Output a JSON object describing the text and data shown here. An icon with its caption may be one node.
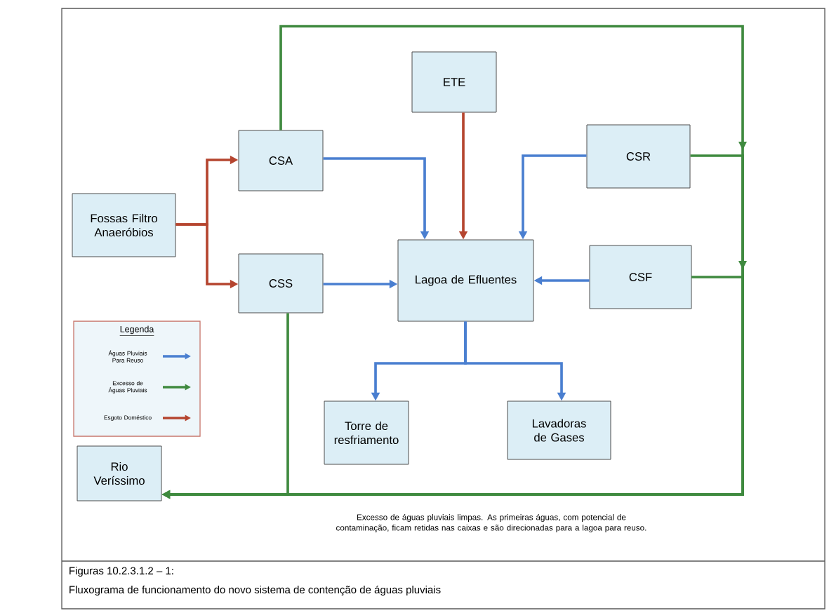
{
  "diagram": {
    "caption": "Fluxograma de funcionamento do novo sistema de contenção de águas pluviais",
    "nodes": [
      {
        "text": [
          "Fossas Filtro Anaeróbios"
        ]
      },
      {
        "text": [
          "CSA"
        ]
      },
      {
        "text": [
          "ETE"
        ]
      },
      {
        "text": [
          "CSR"
        ]
      },
      {
        "text": [
          "CSS"
        ]
      },
      {
        "text": [
          "Lagoa de Efluentes"
        ]
      },
      {
        "text": [
          "CSF"
        ]
      },
      {
        "text": [
          "Torre de resfriamento"
        ]
      },
      {
        "text": [
          "Lavadoras de Gases"
        ]
      },
      {
        "text": [
          "Rio Veríssimo"
        ]
      }
    ],
    "edges": [
      {
        "from": 0,
        "to": 1,
        "arrow": "to",
        "color": "#b5452f"
      },
      {
        "from": 0,
        "to": 4,
        "arrow": "to",
        "color": "#b5452f"
      },
      {
        "from": 1,
        "to": 5,
        "arrow": "to",
        "color": "#4a7fd0"
      },
      {
        "from": 2,
        "to": 5,
        "arrow": "to",
        "color": "#b5452f"
      },
      {
        "from": 3,
        "to": 5,
        "arrow": "to",
        "color": "#4a7fd0"
      },
      {
        "from": 4,
        "to": 5,
        "arrow": "to",
        "color": "#4a7fd0"
      },
      {
        "from": 6,
        "to": 5,
        "arrow": "to",
        "color": "#4a7fd0"
      },
      {
        "from": 5,
        "to": 7,
        "arrow": "to",
        "color": "#4a7fd0"
      },
      {
        "from": 5,
        "to": 8,
        "arrow": "to",
        "color": "#4a7fd0"
      },
      {
        "from": 1,
        "to": 9,
        "arrow": "to",
        "color": "#3f8a3f"
      },
      {
        "from": 3,
        "to": 9,
        "arrow": "to",
        "color": "#3f8a3f"
      },
      {
        "from": 6,
        "to": 9,
        "arrow": "to",
        "color": "#3f8a3f"
      },
      {
        "from": 4,
        "to": 9,
        "arrow": "to",
        "color": "#3f8a3f"
      }
    ],
    "labels": [
      "Legenda",
      "Excesso de águas pluviais limpas. As primeiras águas, com potencial de contaminação, ficam retidas nas caixas e são direcionadas para a lagoa para reuso.",
      "Figuras 10.2.3.1.2 – 1:"
    ],
    "legend": [
      {
        "text": "Águas Pluviais Para Reuso",
        "color": "#4a7fd0"
      },
      {
        "text": "Excesso de Águas Pluviais",
        "color": "#3f8a3f"
      },
      {
        "text": "Esgoto Doméstico",
        "color": "#b5452f"
      }
    ]
  }
}
